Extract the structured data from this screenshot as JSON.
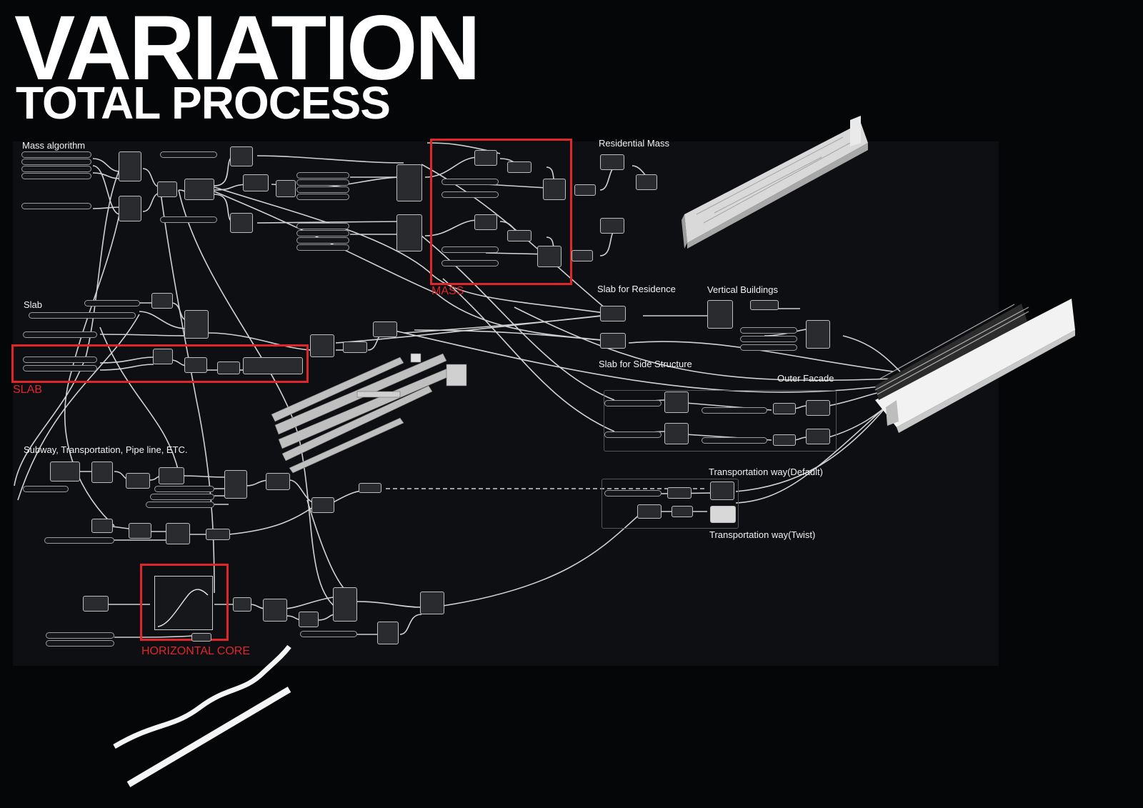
{
  "title": "VARIATION",
  "subtitle": "TOTAL PROCESS",
  "groups": {
    "mass_algorithm": "Mass algorithm",
    "slab": "Slab",
    "subway": "Subway, Transportation, Pipe line, ETC.",
    "residential_mass": "Residential Mass",
    "slab_for_residence": "Slab for Residence",
    "vertical_buildings": "Vertical Buildings",
    "slab_for_side_structure": "Slab for Side Structure",
    "outer_facade": "Outer Facade",
    "transport_default": "Transportation way(Default)",
    "transport_twist": "Transportation way(Twist)"
  },
  "highlights": {
    "mass": "MASS",
    "slab": "SLAB",
    "horizontal_core": "HORIZONTAL CORE"
  },
  "colors": {
    "background": "#050608",
    "panel": "#0e0f12",
    "highlight": "#e0262b",
    "wire": "#e6e6e6",
    "text": "#ffffff"
  }
}
